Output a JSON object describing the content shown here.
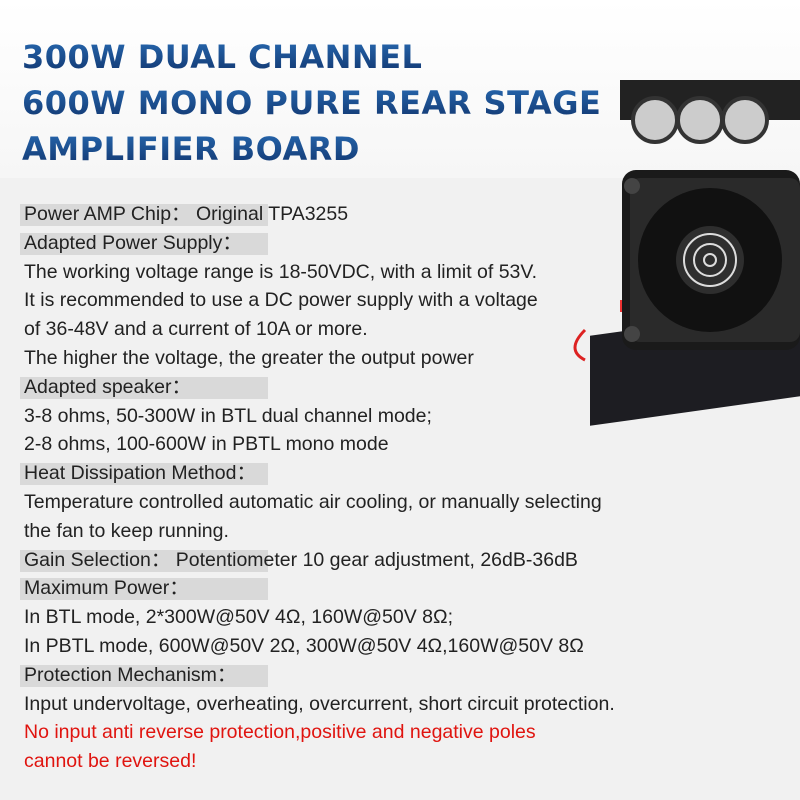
{
  "title": [
    "300W DUAL CHANNEL",
    "600W MONO PURE REAR STAGE",
    "AMPLIFIER BOARD"
  ],
  "specs": [
    {
      "type": "head",
      "label": "Power AMP Chip：",
      "value": " Original TPA3255"
    },
    {
      "type": "head",
      "label": "Adapted Power Supply：",
      "value": ""
    },
    {
      "type": "text",
      "value": "The working voltage range is 18-50VDC, with a limit of 53V."
    },
    {
      "type": "text",
      "value": "It is recommended to use a DC power supply with a voltage"
    },
    {
      "type": "text",
      "value": "of 36-48V and a current of 10A or more."
    },
    {
      "type": "text",
      "value": "The higher the voltage, the greater the output power"
    },
    {
      "type": "head",
      "label": "Adapted speaker：",
      "value": ""
    },
    {
      "type": "text",
      "value": "3-8 ohms, 50-300W in BTL dual channel mode;"
    },
    {
      "type": "text",
      "value": "2-8 ohms, 100-600W in PBTL mono mode"
    },
    {
      "type": "head",
      "label": "Heat Dissipation Method：",
      "value": ""
    },
    {
      "type": "text",
      "value": "Temperature controlled automatic air cooling, or manually selecting"
    },
    {
      "type": "text",
      "value": "the fan to keep running."
    },
    {
      "type": "head",
      "label": "Gain Selection：",
      "value": " Potentiometer 10 gear adjustment, 26dB-36dB"
    },
    {
      "type": "head",
      "label": "Maximum Power：",
      "value": ""
    },
    {
      "type": "text",
      "value": "In BTL mode, 2*300W@50V 4Ω, 160W@50V 8Ω;"
    },
    {
      "type": "text",
      "value": "In PBTL mode, 600W@50V 2Ω, 300W@50V 4Ω,160W@50V 8Ω"
    },
    {
      "type": "head",
      "label": "Protection Mechanism：",
      "value": ""
    },
    {
      "type": "text",
      "value": "Input undervoltage, overheating, overcurrent, short circuit protection."
    },
    {
      "type": "warn",
      "value": "No input anti reverse protection,positive and negative poles"
    },
    {
      "type": "warn",
      "value": "cannot be reversed!"
    }
  ],
  "colors": {
    "title": "#1a4a8c",
    "warning": "#e0140f",
    "label_bg": "#d9d9d9"
  }
}
